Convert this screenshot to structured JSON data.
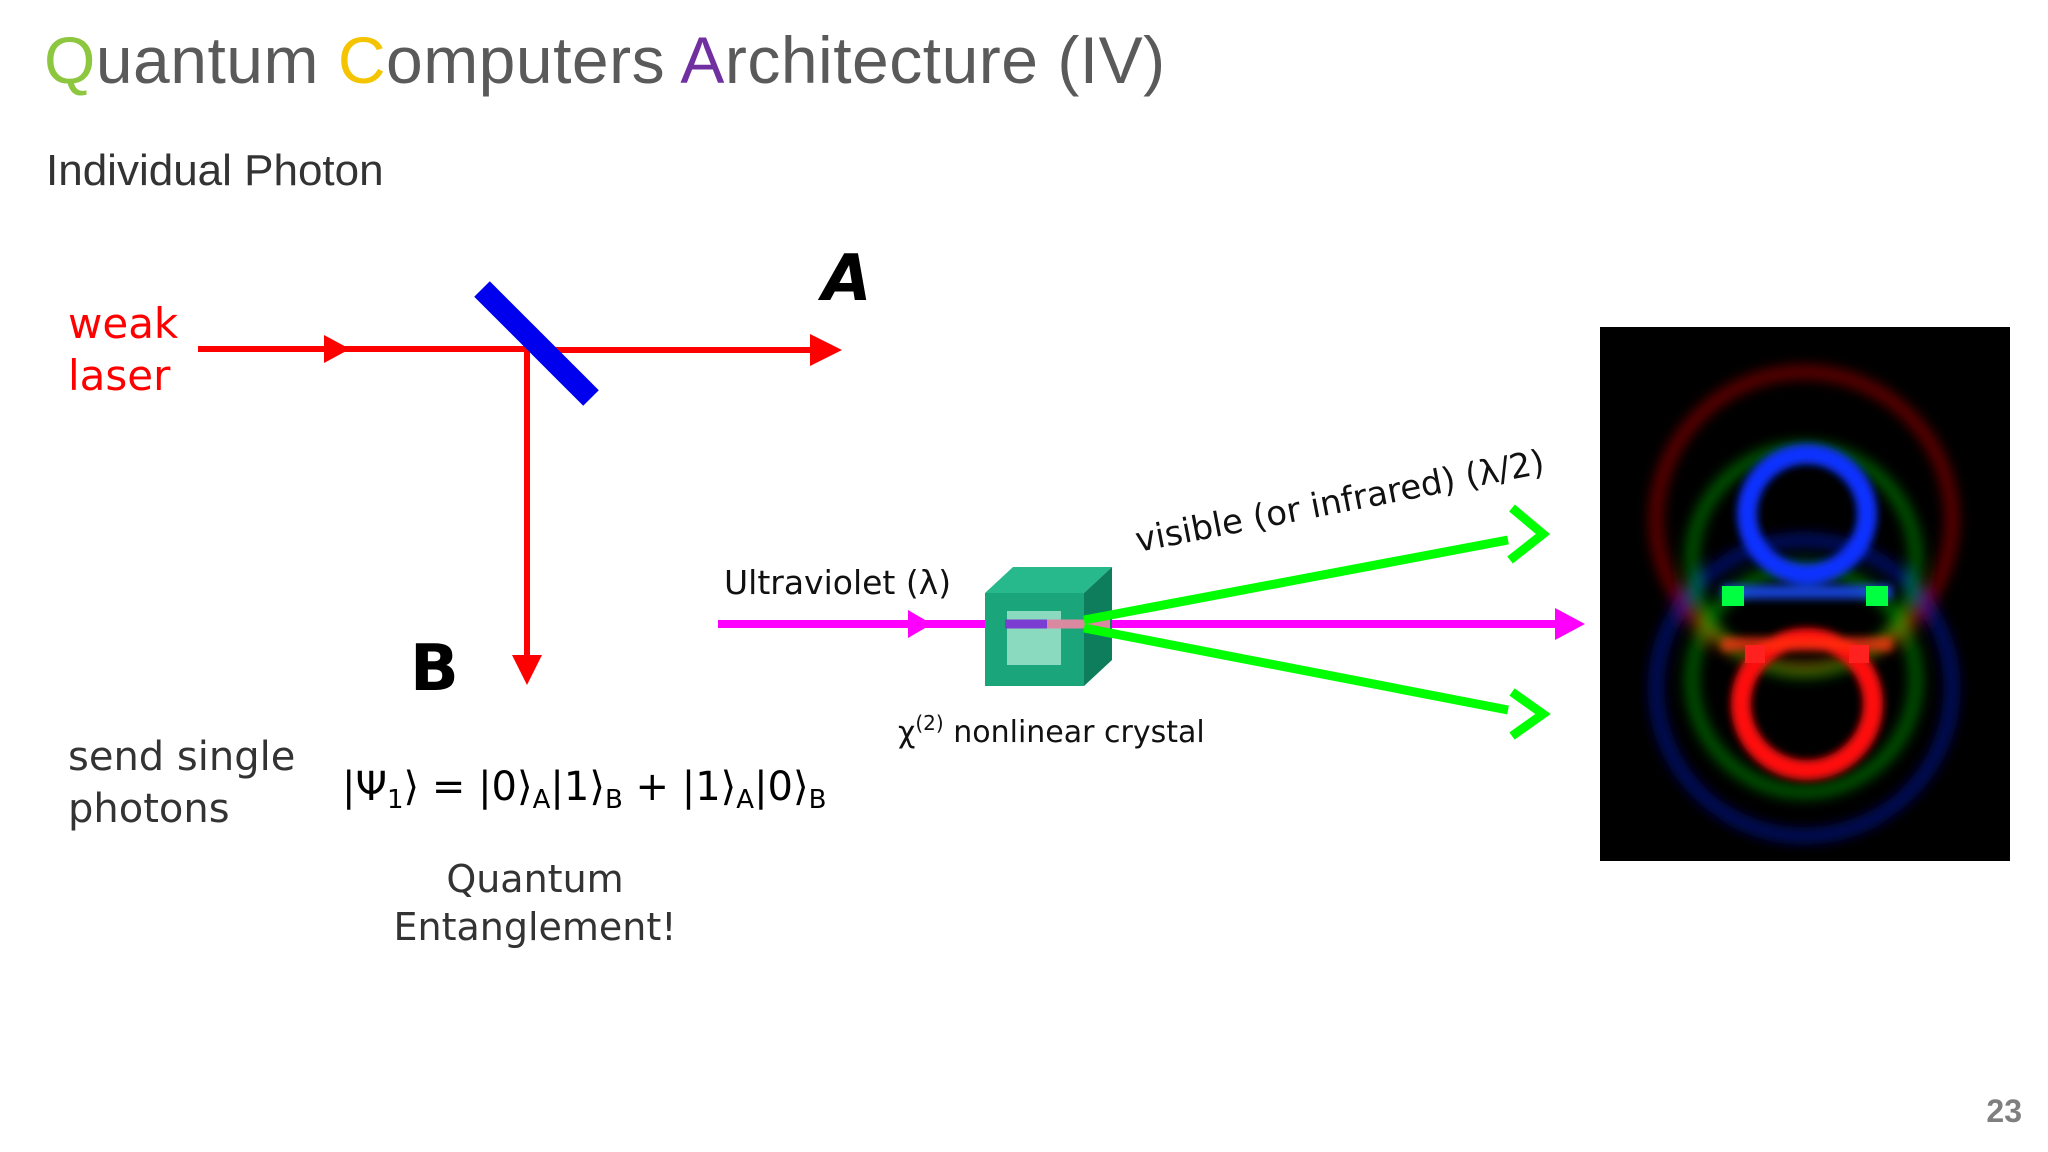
{
  "title": {
    "q_initial": "Q",
    "q_rest": "uantum ",
    "c_initial": "C",
    "c_rest": "omputers ",
    "a_initial": "A",
    "a_rest": "rchitecture (IV)"
  },
  "subtitle": "Individual Photon",
  "beam_splitter_diagram": {
    "source_line1": "weak",
    "source_line2": "laser",
    "output_a": "A",
    "output_b": "B",
    "caption_line1": "send single",
    "caption_line2": "photons",
    "state": {
      "psi": "|Ψ",
      "psi_sub": "1",
      "psi_close": "⟩ = |0⟩",
      "a1": "A",
      "t2": "|1⟩",
      "b1": "B",
      "t3": " + |1⟩",
      "a2": "A",
      "t4": "|0⟩",
      "b2": "B"
    },
    "entanglement_line1": "Quantum",
    "entanglement_line2": "Entanglement!"
  },
  "spdc_diagram": {
    "pump_label": "Ultraviolet (λ)",
    "output_label": "visible (or infrared) (λ/2)",
    "crystal_chi": "χ",
    "crystal_order": "(2)",
    "crystal_label": " nonlinear crystal"
  },
  "colors": {
    "laser": "#ff0000",
    "splitter": "#0000ee",
    "pump": "#ff00ff",
    "photon_pair": "#00ff00",
    "crystal": "#1aa57a"
  },
  "page_number": "23"
}
